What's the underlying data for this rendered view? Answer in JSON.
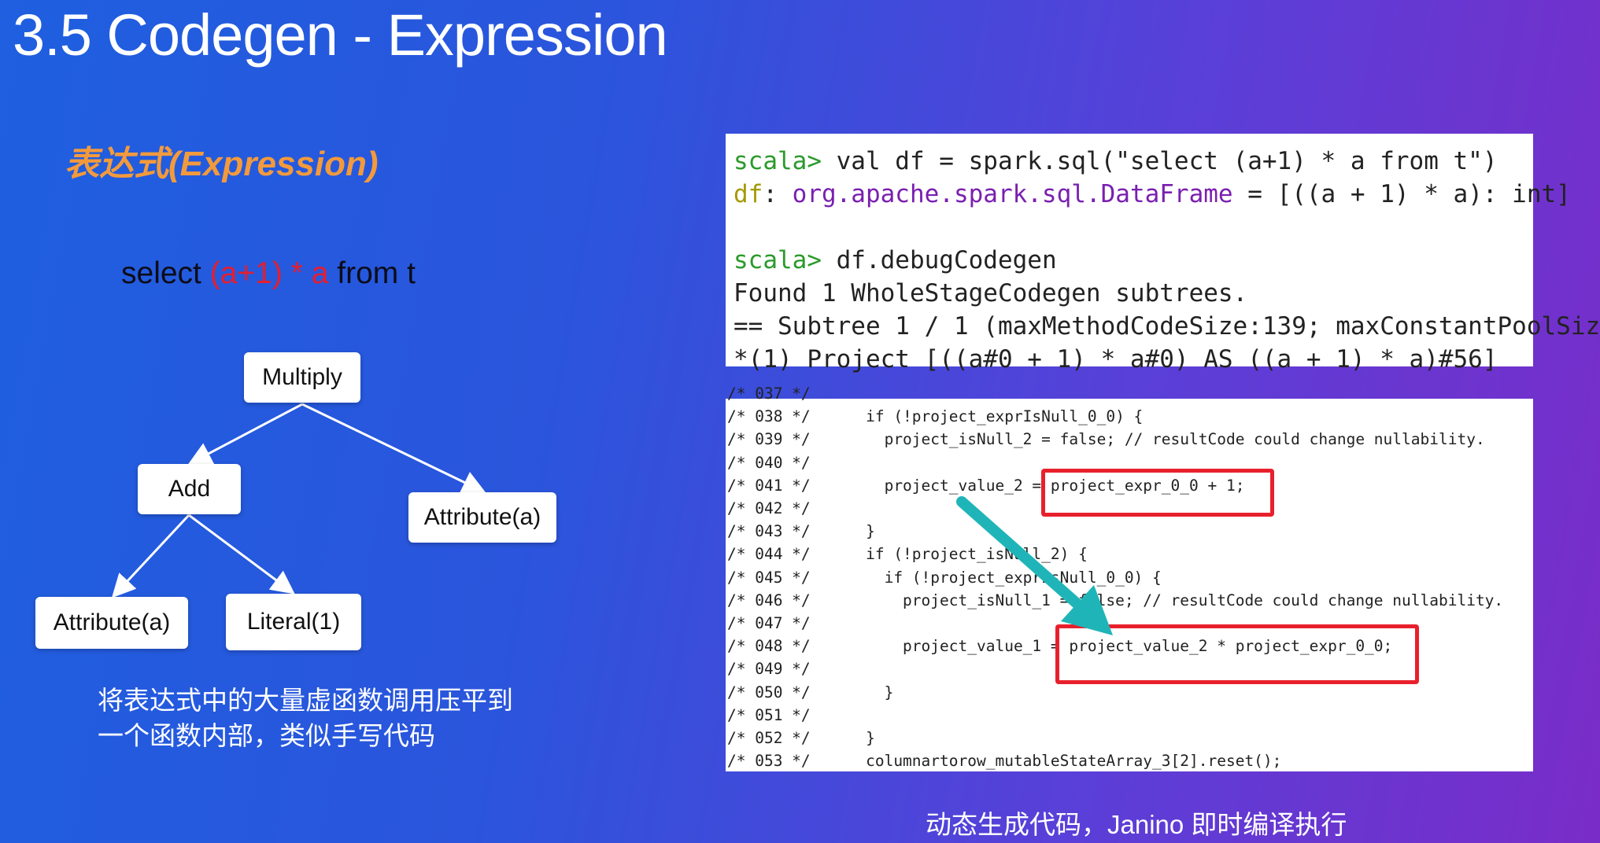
{
  "slide": {
    "title": "3.5 Codegen - Expression",
    "subtitle": "表达式(Expression)",
    "sql": {
      "prefix": "select ",
      "expr_open": "(a+1)",
      "op": " * a",
      "suffix": " from t"
    },
    "tree": {
      "root": "Multiply",
      "add": "Add",
      "attr_right": "Attribute(a)",
      "attr_left": "Attribute(a)",
      "literal": "Literal(1)"
    },
    "description": [
      "将表达式中的大量虚函数调用压平到",
      "一个函数内部，类似手写代码"
    ],
    "footer": "动态生成代码，Janino 即时编译执行"
  },
  "scala_console": {
    "line1_prompt": "scala>",
    "line1_cmd": " val df = spark.sql(\"select (a+1) * a from t\")",
    "line2_name": "df",
    "line2_sep": ": ",
    "line2_type": "org.apache.spark.sql.DataFrame",
    "line2_value": " = [((a + 1) * a): int]",
    "line4_prompt": "scala>",
    "line4_cmd": " df.debugCodegen",
    "line5": "Found 1 WholeStageCodegen subtrees.",
    "line6": "== Subtree 1 / 1 (maxMethodCodeSize:139; maxConstantPoolSiz",
    "line7": "*(1) Project [((a#0 + 1) * a#0) AS ((a + 1) * a)#56]"
  },
  "generated_code": [
    "/* 037 */",
    "/* 038 */      if (!project_exprIsNull_0_0) {",
    "/* 039 */        project_isNull_2 = false; // resultCode could change nullability.",
    "/* 040 */",
    "/* 041 */        project_value_2 = project_expr_0_0 + 1;",
    "/* 042 */",
    "/* 043 */      }",
    "/* 044 */      if (!project_isNull_2) {",
    "/* 045 */        if (!project_exprIsNull_0_0) {",
    "/* 046 */          project_isNull_1 = false; // resultCode could change nullability.",
    "/* 047 */",
    "/* 048 */          project_value_1 = project_value_2 * project_expr_0_0;",
    "/* 049 */",
    "/* 050 */        }",
    "/* 051 */",
    "/* 052 */      }",
    "/* 053 */      columnartorow_mutableStateArray_3[2].reset();"
  ],
  "colors": {
    "title": "#ffffff",
    "subtitle": "#f39a3c",
    "highlight": "#e61e2e",
    "prompt": "#2a9a2a",
    "arrow": "#1fb5b8"
  }
}
